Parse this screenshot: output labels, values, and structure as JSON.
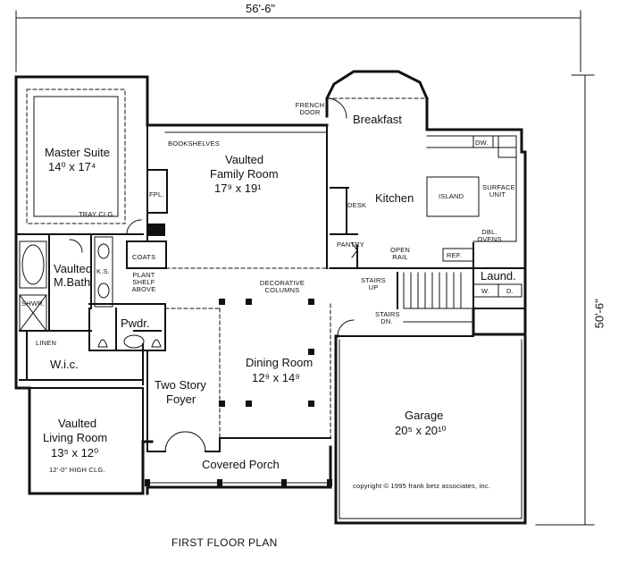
{
  "plan": {
    "title": "FIRST FLOOR PLAN",
    "overall_width": "56'-6\"",
    "overall_depth": "50'-6\"",
    "copyright": "copyright © 1995 frank betz associates, inc."
  },
  "rooms": {
    "master_suite": {
      "name": "Master Suite",
      "dims": "14⁰ x 17⁴",
      "note": "TRAY CLG."
    },
    "family_room": {
      "name_line1": "Vaulted",
      "name_line2": "Family Room",
      "dims": "17⁹ x 19¹"
    },
    "breakfast": {
      "name": "Breakfast"
    },
    "kitchen": {
      "name": "Kitchen"
    },
    "master_bath": {
      "name_line1": "Vaulted",
      "name_line2": "M.Bath"
    },
    "wic": {
      "name": "W.i.c."
    },
    "powder": {
      "name": "Pwdr."
    },
    "two_story_foyer": {
      "name_line1": "Two Story",
      "name_line2": "Foyer"
    },
    "dining_room": {
      "name": "Dining Room",
      "dims": "12⁹ x 14⁹"
    },
    "living_room": {
      "name_line1": "Vaulted",
      "name_line2": "Living Room",
      "dims": "13⁵ x 12⁰",
      "note": "12'-0\" HIGH CLG."
    },
    "covered_porch": {
      "name": "Covered Porch"
    },
    "garage": {
      "name": "Garage",
      "dims": "20⁵ x 20¹⁰"
    },
    "laundry": {
      "name": "Laund."
    }
  },
  "notes": {
    "french_door": "FRENCH DOOR",
    "bookshelves": "BOOKSHELVES",
    "fireplace": "FPL.",
    "coats": "COATS",
    "desk": "DESK",
    "pantry": "PANTRY",
    "open_rail": "OPEN RAIL",
    "ref": "REF.",
    "island": "ISLAND",
    "surface_unit": "SURFACE UNIT",
    "dbl_ovens": "DBL. OVENS",
    "dw": "DW.",
    "washer": "W.",
    "dryer": "D.",
    "stairs_up": "STAIRS UP",
    "stairs_dn": "STAIRS DN.",
    "decorative_columns": "DECORATIVE COLUMNS",
    "plant_shelf": "PLANT SHELF ABOVE",
    "ks": "K.S.",
    "shower": "SHWR.",
    "linen": "LINEN"
  }
}
